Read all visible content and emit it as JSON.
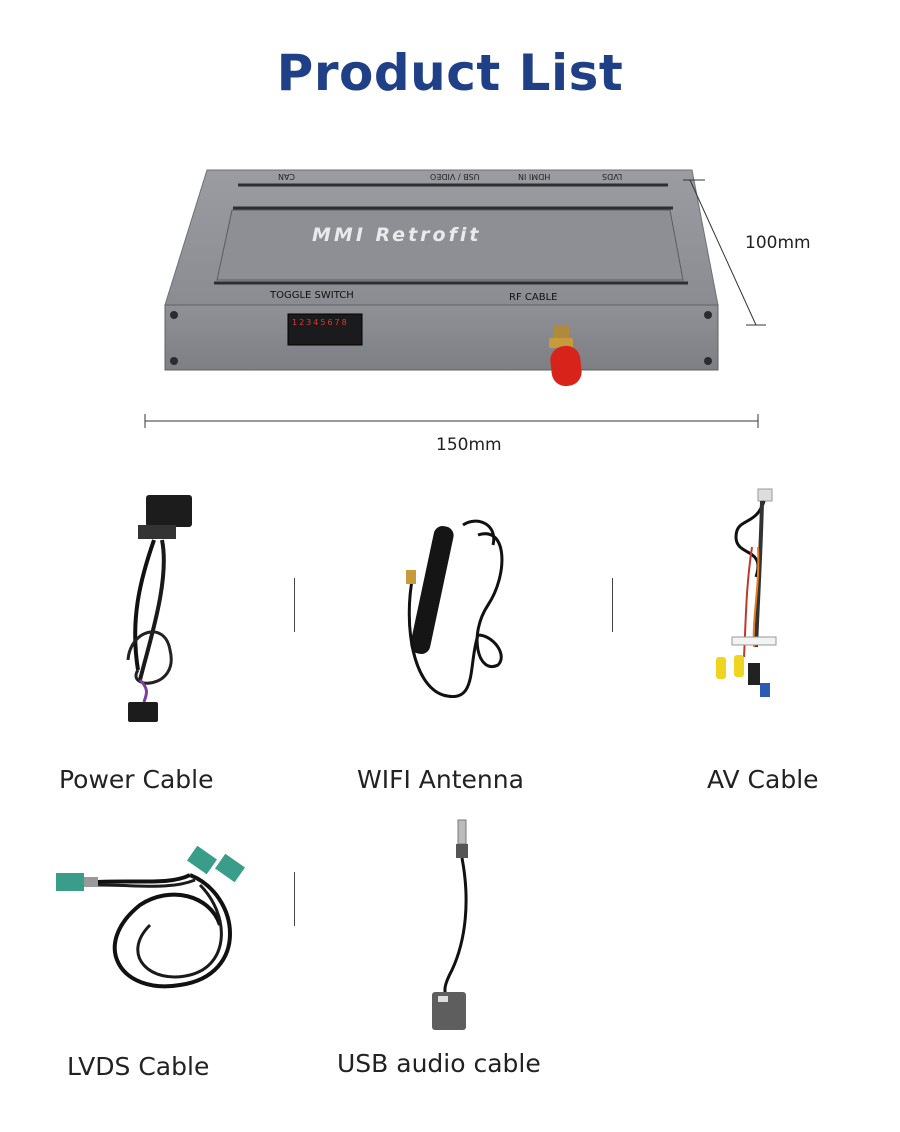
{
  "title": "Product List",
  "main_unit": {
    "top_labels": [
      "CAN",
      "HDMI IN",
      "USB / VIDEO",
      "LVDS"
    ],
    "logo_text": "MMI Retrofit",
    "toggle_switch_label": "TOGGLE SWITCH",
    "dip_numbers": "12345678",
    "rf_cable_label": "RF CABLE",
    "height_dimension": "100mm",
    "width_dimension": "150mm"
  },
  "items": [
    {
      "label": "Power Cable",
      "icon": "power-cable-icon"
    },
    {
      "label": "WIFI Antenna",
      "icon": "wifi-antenna-icon"
    },
    {
      "label": "AV Cable",
      "icon": "av-cable-icon"
    },
    {
      "label": "LVDS Cable",
      "icon": "lvds-cable-icon"
    },
    {
      "label": "USB audio cable",
      "icon": "usb-audio-cable-icon"
    }
  ],
  "colors": {
    "title": "#1f3f86",
    "device_body": "#8e9096",
    "antenna_tip": "#d8231a",
    "lvds_connector": "#3a9d8a"
  }
}
